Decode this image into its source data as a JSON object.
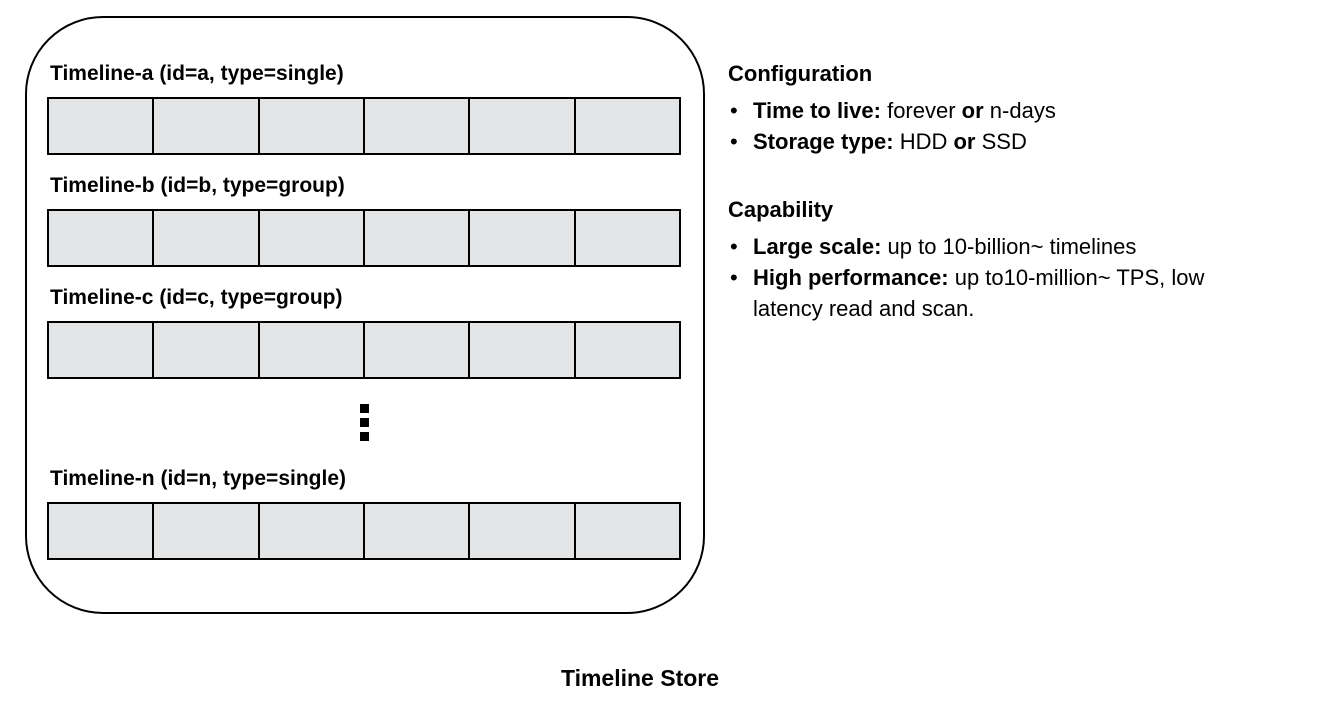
{
  "caption": "Timeline Store",
  "panel": {
    "rows": [
      {
        "type": "timeline",
        "label": "Timeline-a (id=a, type=single)",
        "cells": 6
      },
      {
        "type": "timeline",
        "label": "Timeline-b (id=b, type=group)",
        "cells": 6
      },
      {
        "type": "timeline",
        "label": "Timeline-c (id=c, type=group)",
        "cells": 6
      },
      {
        "type": "ellipsis",
        "dots": 3
      },
      {
        "type": "timeline",
        "label": "Timeline-n (id=n, type=single)",
        "cells": 6
      }
    ]
  },
  "info": {
    "bullet_glyph": "•",
    "sections": [
      {
        "heading": "Configuration",
        "bullets": [
          [
            {
              "t": "Time to live:",
              "b": true
            },
            {
              "t": " forever ",
              "b": false
            },
            {
              "t": "or",
              "b": true
            },
            {
              "t": " n-days",
              "b": false
            }
          ],
          [
            {
              "t": "Storage type:",
              "b": true
            },
            {
              "t": " HDD ",
              "b": false
            },
            {
              "t": "or",
              "b": true
            },
            {
              "t": " SSD",
              "b": false
            }
          ]
        ]
      },
      {
        "heading": "Capability",
        "bullets": [
          [
            {
              "t": "Large scale:",
              "b": true
            },
            {
              "t": " up to 10-billion~ timelines",
              "b": false
            }
          ],
          [
            {
              "t": "High performance:",
              "b": true
            },
            {
              "t": " up to10-million~ TPS, low latency read and scan.",
              "b": false
            }
          ]
        ]
      }
    ]
  },
  "colors": {
    "border": "#000000",
    "cell_fill": "#e3e4e5",
    "background": "#ffffff",
    "text": "#000000"
  }
}
